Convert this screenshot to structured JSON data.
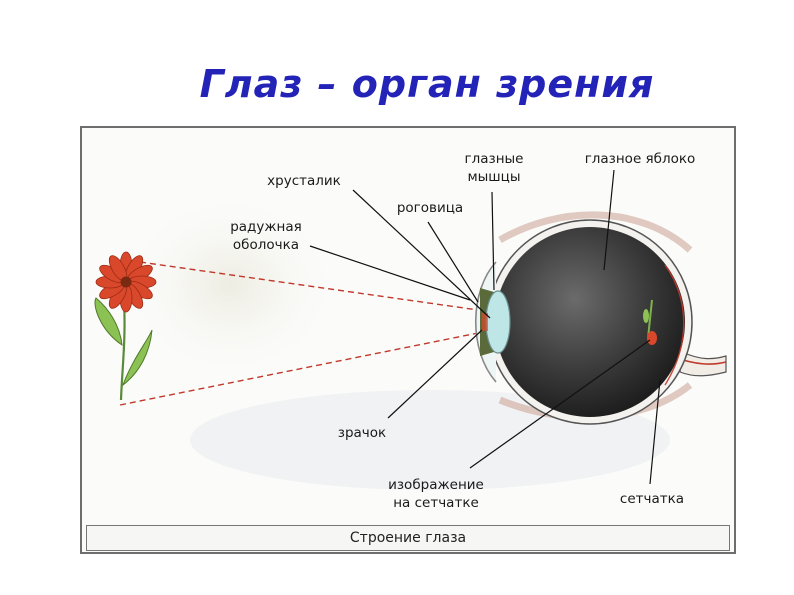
{
  "title": "Глаз – орган зрения",
  "caption": "Строение глаза",
  "labels": {
    "crystalline_lens": "хрусталик",
    "eye_muscles_line1": "глазные",
    "eye_muscles_line2": "мышцы",
    "eyeball": "глазное яблоко",
    "cornea": "роговица",
    "iris_line1": "радужная",
    "iris_line2": "оболочка",
    "pupil": "зрачок",
    "image_line1": "изображение",
    "image_line2": "на сетчатке",
    "retina": "сетчатка"
  },
  "colors": {
    "title": "#2323b8",
    "ray": "#c0392b",
    "eyeball": "#333333",
    "lens": "#bfe6e6",
    "flower_petal": "#d9482b",
    "leaf": "#7fb24a"
  }
}
